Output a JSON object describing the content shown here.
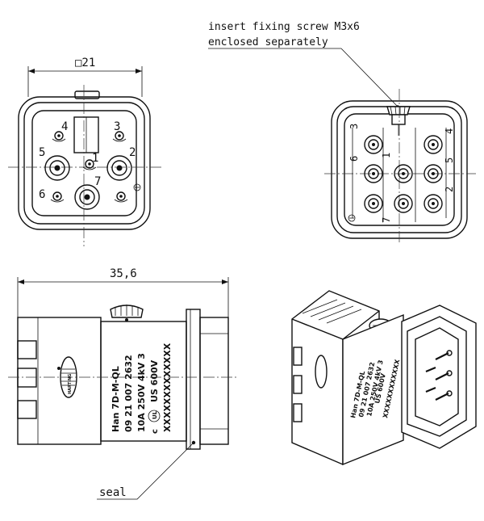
{
  "annotations": {
    "screw_note_line1": "insert fixing screw M3x6",
    "screw_note_line2": "enclosed separately",
    "seal_label": "seal"
  },
  "dimensions": {
    "square_width": "□21",
    "overall_length": "35,6"
  },
  "front_view": {
    "pin_labels": [
      "1",
      "2",
      "3",
      "4",
      "5",
      "6",
      "7"
    ]
  },
  "rear_view": {
    "pin_labels": [
      "1",
      "2",
      "3",
      "4",
      "5",
      "6",
      "7"
    ]
  },
  "side_view_print": {
    "line1": "Han 7D-M-QL",
    "line2": "09 21 007 2632",
    "line3": "10A 250V 4kV 3",
    "line4": "US 600V",
    "line5": "XXXXXXXXXXXXX",
    "brand": "HARTING"
  },
  "iso_view_print": {
    "line1": "Han 7D-M-QL",
    "line2": "09 21 007 2632",
    "line3": "10A 250V 4kV 3",
    "line4": "US 600V",
    "line5": "XXXXXXXXXXXX"
  }
}
